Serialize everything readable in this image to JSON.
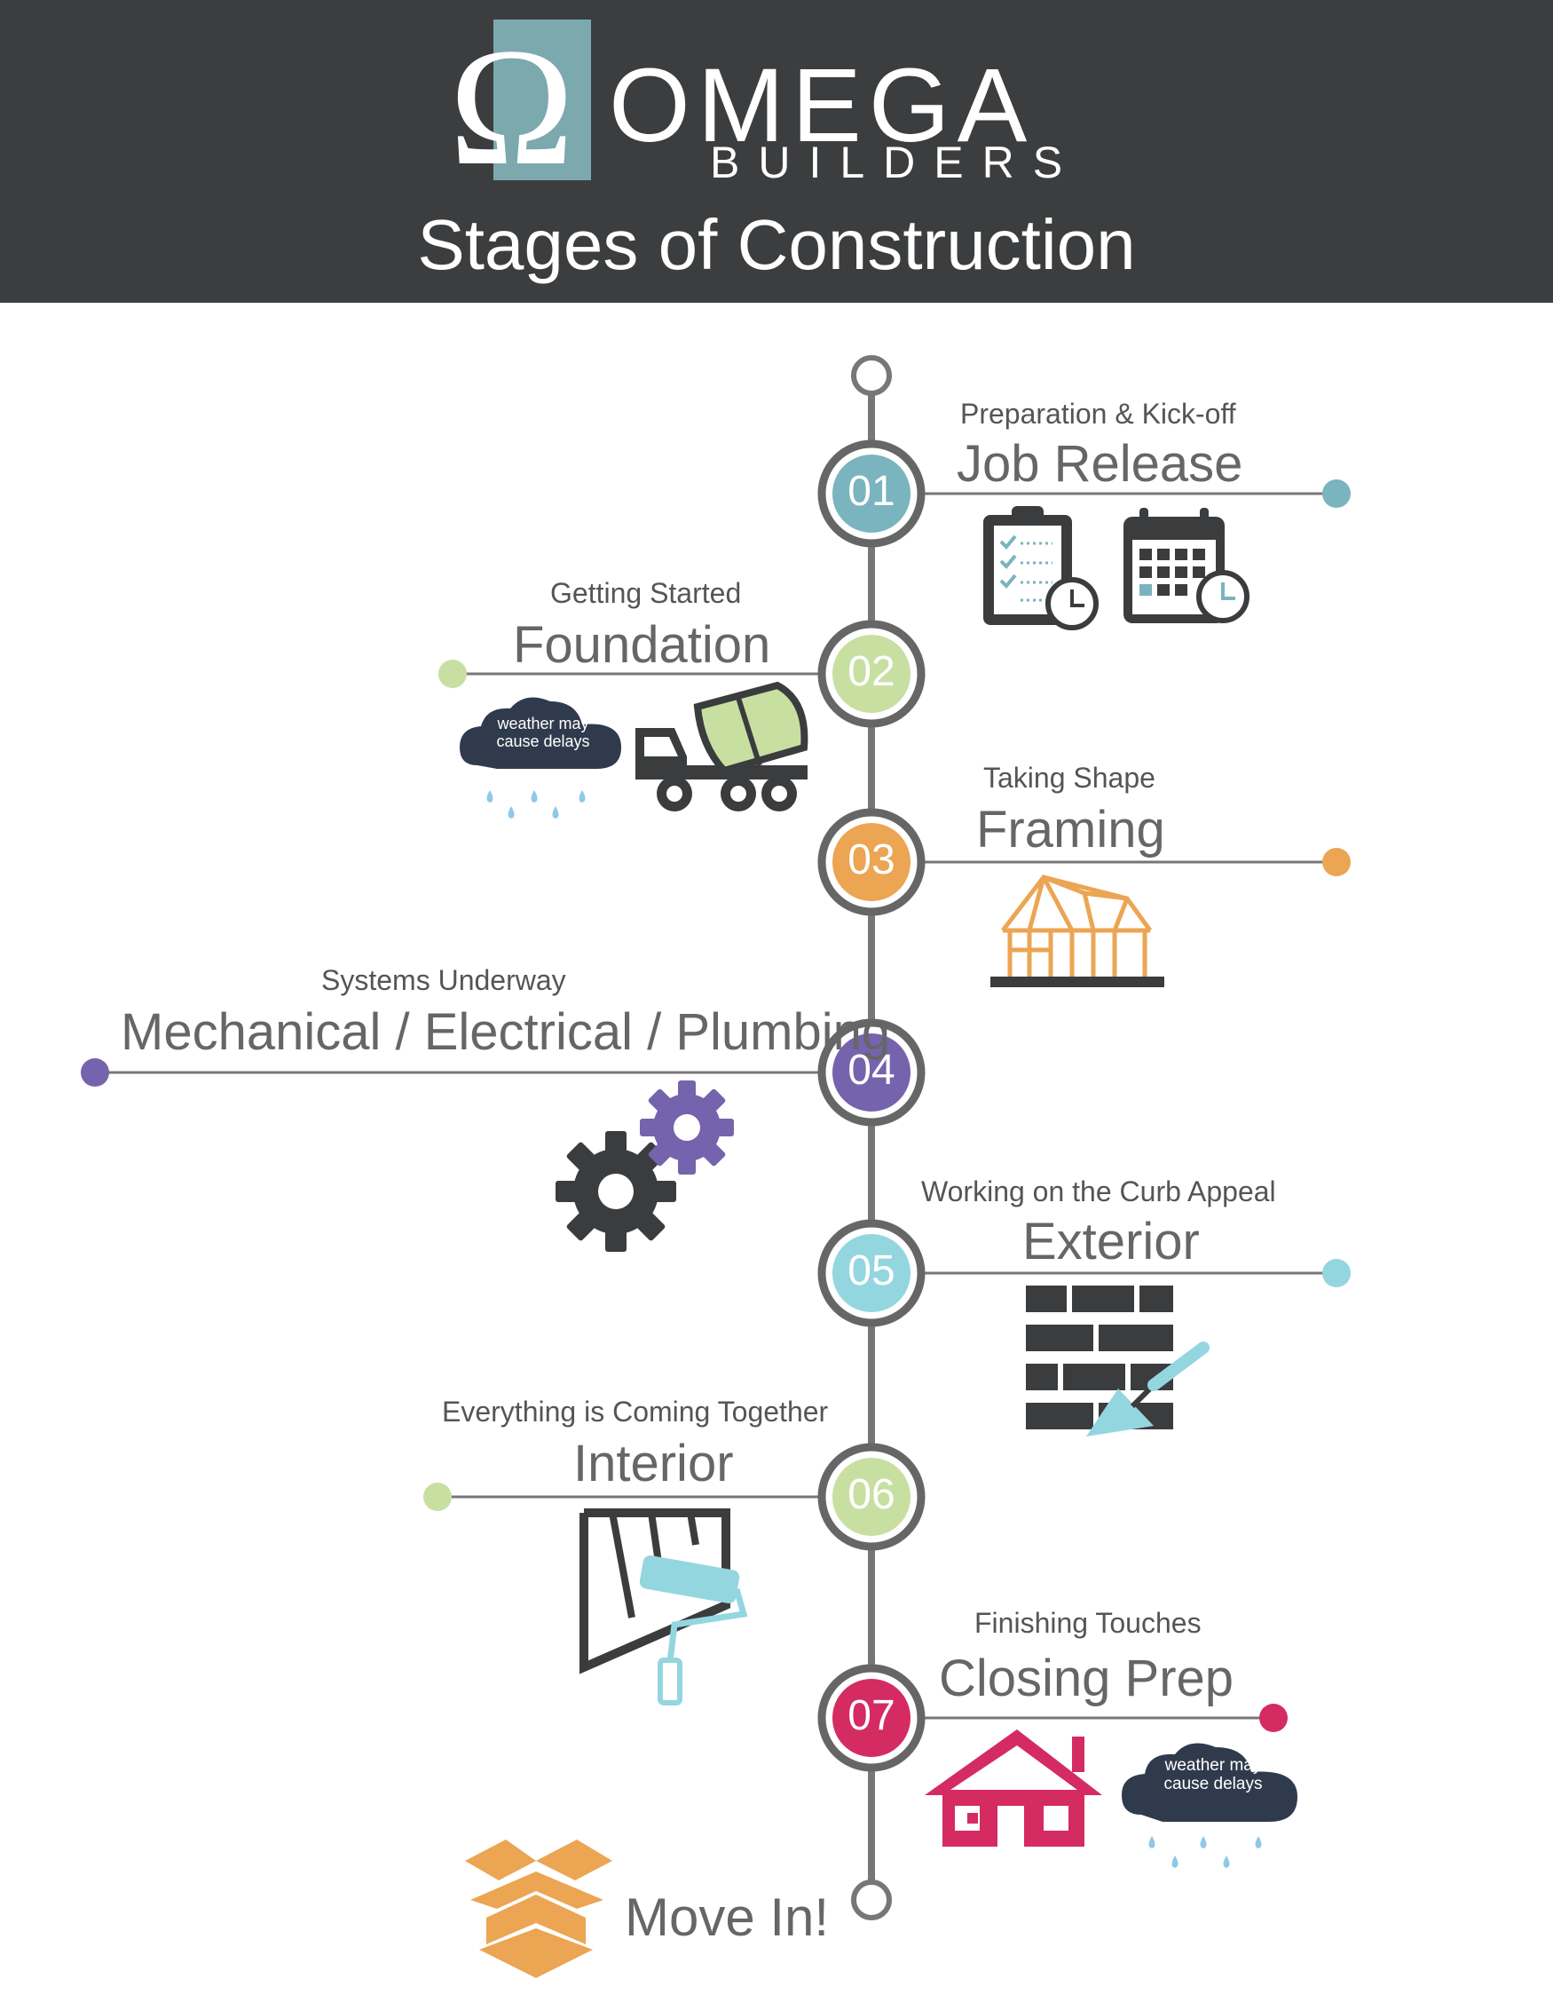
{
  "header": {
    "brand": "OMEGA",
    "brand_sub": "BUILDERS",
    "title": "Stages of Construction"
  },
  "colors": {
    "header_bg": "#3c3d3e",
    "line": "#777777",
    "stage1": "#7ab4be",
    "stage2": "#c8dfa2",
    "stage3": "#eba553",
    "stage4": "#7563ad",
    "stage5": "#94d6e0",
    "stage6": "#c8dfa2",
    "stage7": "#d42b62",
    "icon_dark": "#3b3c3d"
  },
  "stages": [
    {
      "number": "01",
      "subtitle": "Preparation & Kick-off",
      "title": "Job Release",
      "icons": [
        "clipboard-checklist-icon",
        "calendar-clock-icon"
      ]
    },
    {
      "number": "02",
      "subtitle": "Getting Started",
      "title": "Foundation",
      "icons": [
        "rain-cloud-icon",
        "cement-truck-icon"
      ],
      "note": "weather may cause delays"
    },
    {
      "number": "03",
      "subtitle": "Taking Shape",
      "title": "Framing",
      "icons": [
        "house-frame-icon"
      ]
    },
    {
      "number": "04",
      "subtitle": "Systems Underway",
      "title": "Mechanical / Electrical / Plumbing",
      "icons": [
        "gears-icon"
      ]
    },
    {
      "number": "05",
      "subtitle": "Working on the Curb Appeal",
      "title": "Exterior",
      "icons": [
        "brick-wall-trowel-icon"
      ]
    },
    {
      "number": "06",
      "subtitle": "Everything is Coming Together",
      "title": "Interior",
      "icons": [
        "paint-roller-icon"
      ]
    },
    {
      "number": "07",
      "subtitle": "Finishing Touches",
      "title": "Closing Prep",
      "icons": [
        "house-icon",
        "rain-cloud-icon"
      ],
      "note": "weather may cause delays"
    }
  ],
  "finale": {
    "label": "Move In!",
    "icon": "open-box-icon"
  }
}
